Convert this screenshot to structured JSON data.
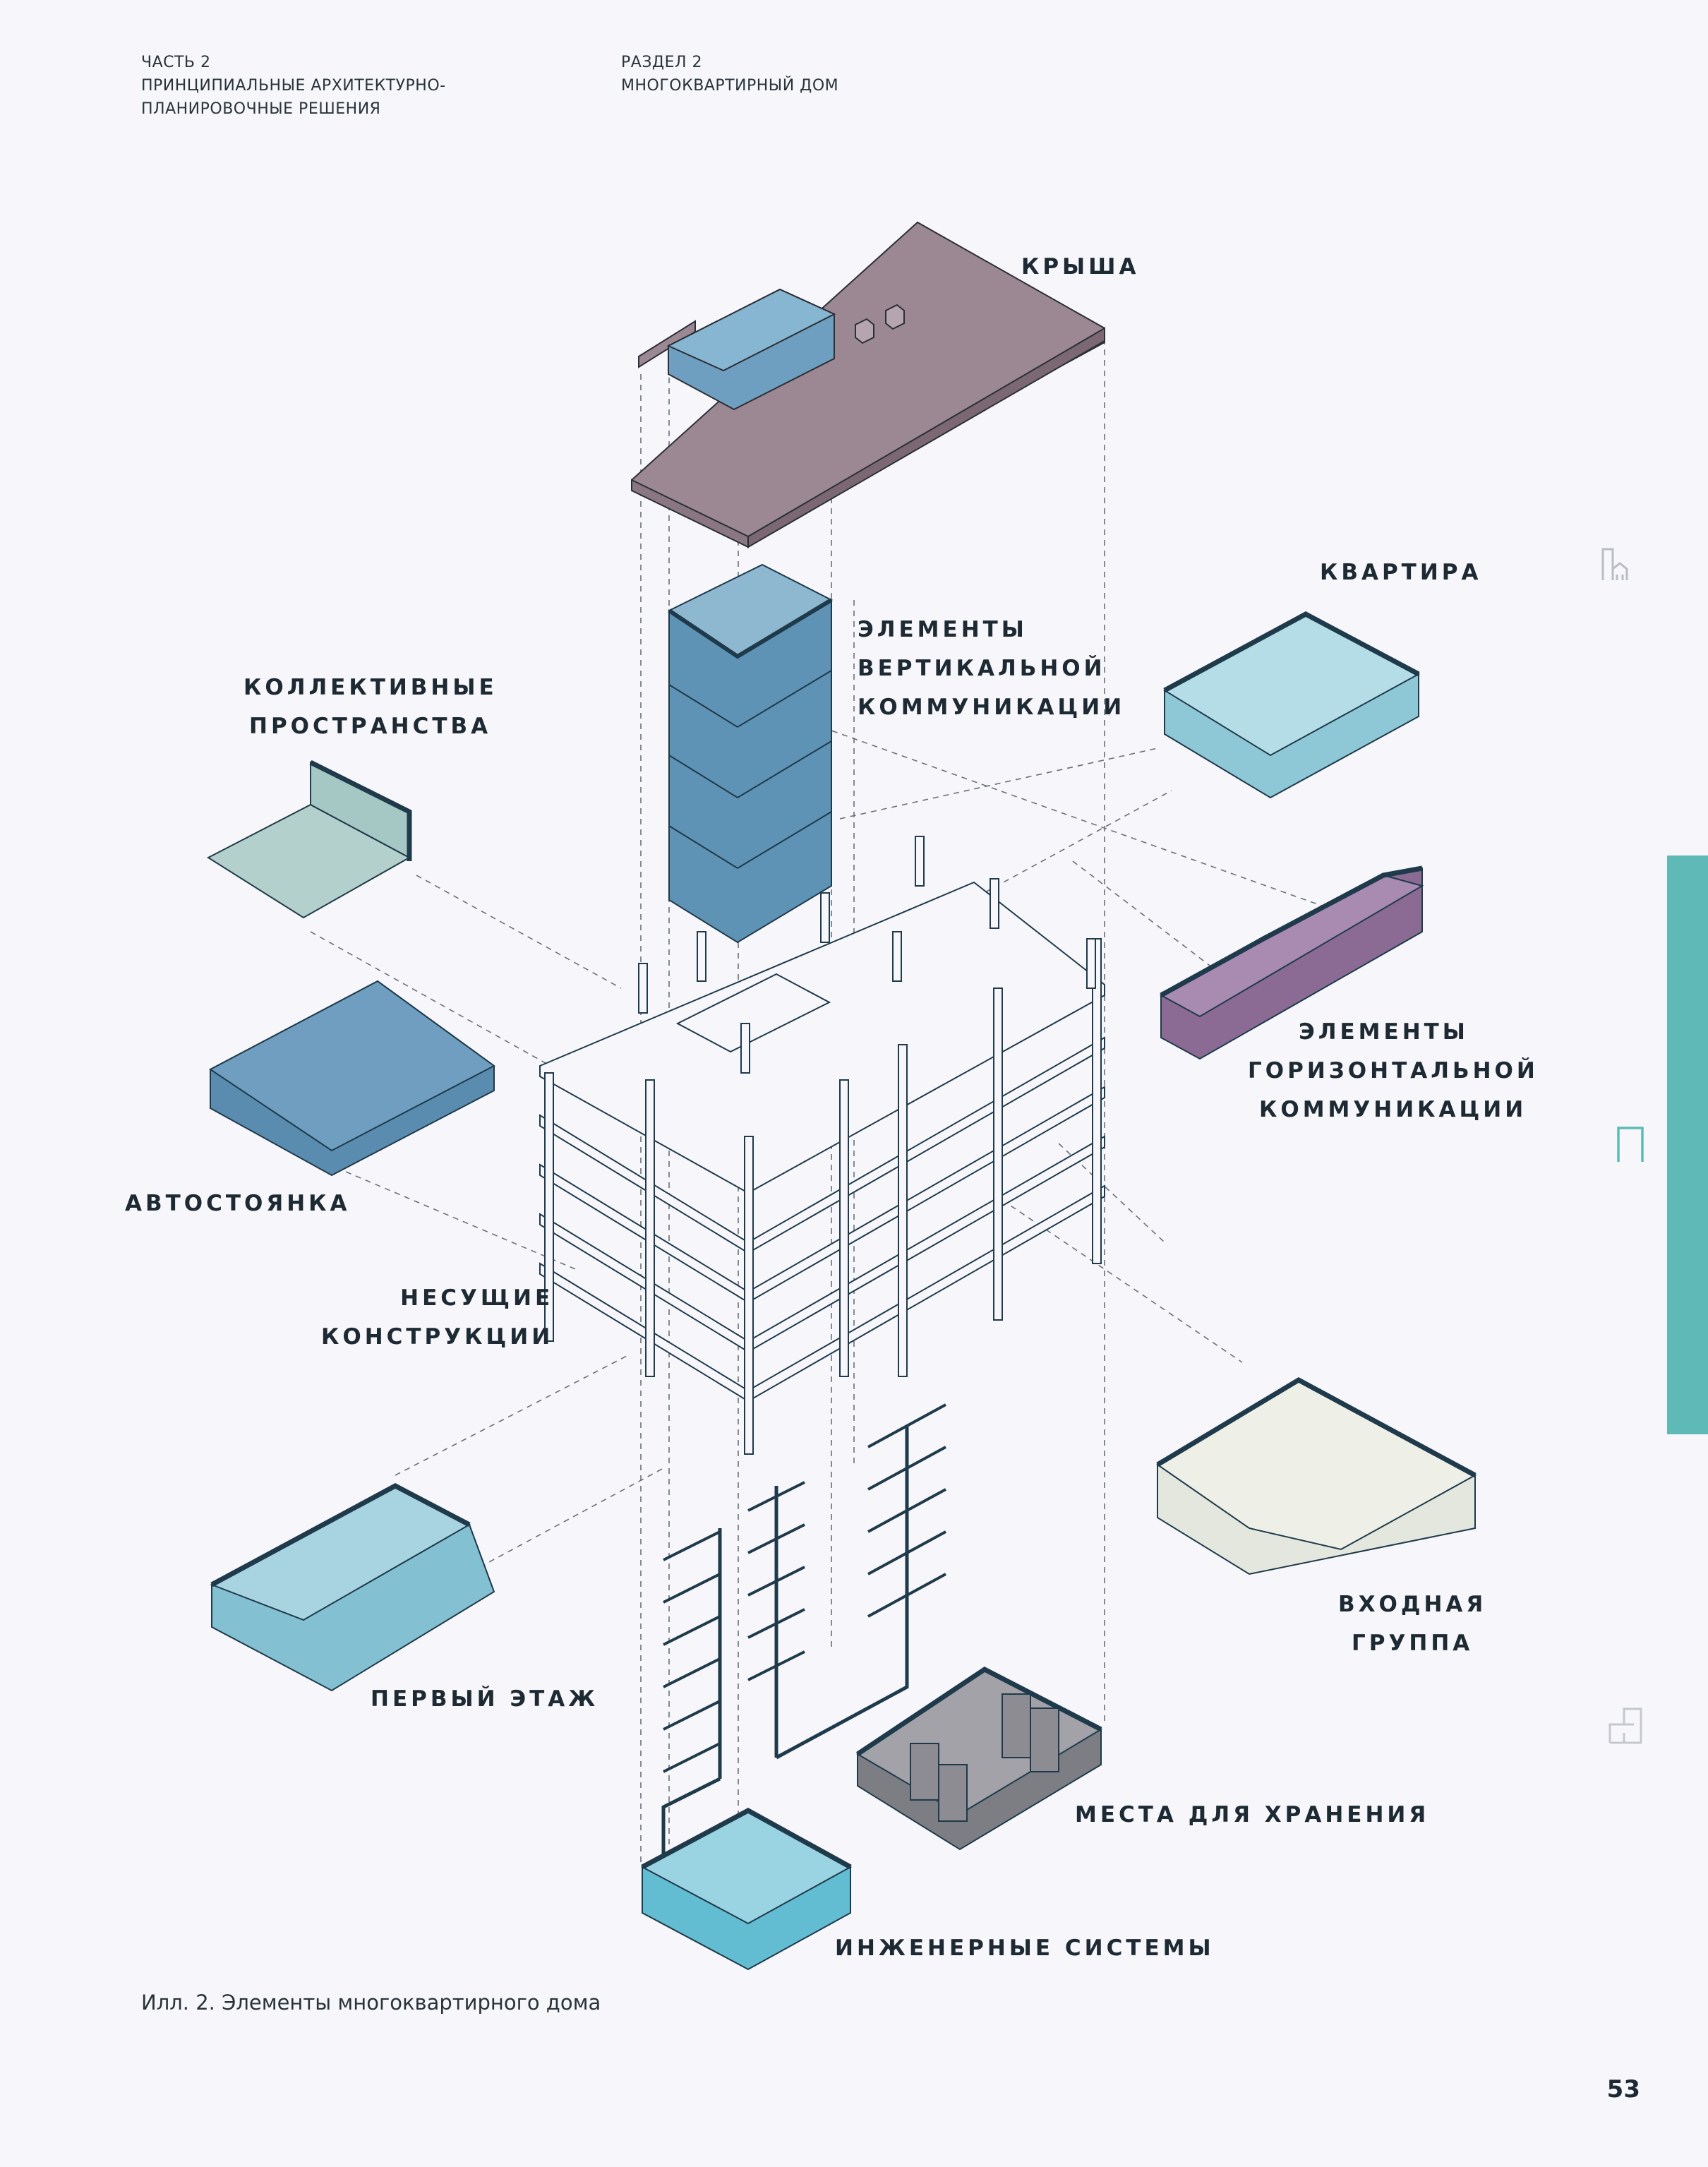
{
  "header": {
    "part_lines": [
      "ЧАСТЬ 2",
      "ПРИНЦИПИАЛЬНЫЕ АРХИТЕКТУРНО-",
      "ПЛАНИРОВОЧНЫЕ РЕШЕНИЯ"
    ],
    "section_lines": [
      "РАЗДЕЛ 2",
      "МНОГОКВАРТИРНЫЙ ДОМ"
    ]
  },
  "labels": {
    "roof": [
      "КРЫША"
    ],
    "vertical": [
      "ЭЛЕМЕНТЫ",
      "ВЕРТИКАЛЬНОЙ",
      "КОММУНИКАЦИИ"
    ],
    "collective": [
      "КОЛЛЕКТИВНЫЕ",
      "ПРОСТРАНСТВА"
    ],
    "apartment": [
      "КВАРТИРА"
    ],
    "horizontal": [
      "ЭЛЕМЕНТЫ",
      "ГОРИЗОНТАЛЬНОЙ",
      "КОММУНИКАЦИИ"
    ],
    "parking": [
      "АВТОСТОЯНКА"
    ],
    "structure": [
      "НЕСУЩИЕ",
      "КОНСТРУКЦИИ"
    ],
    "entrance": [
      "ВХОДНАЯ",
      "ГРУППА"
    ],
    "ground": [
      "ПЕРВЫЙ ЭТАЖ"
    ],
    "storage": [
      "МЕСТА ДЛЯ ХРАНЕНИЯ"
    ],
    "engineering": [
      "ИНЖЕНЕРНЫЕ СИСТЕМЫ"
    ]
  },
  "caption": "Илл. 2. Элементы многоквартирного дома",
  "page_number": "53",
  "colors": {
    "accent": "#5fbab7",
    "roof": "#9a8893",
    "shaft": "#5f93b6",
    "apartment": "#8ec8d6",
    "corridor": "#8b6a94",
    "parking": "#6494b4",
    "storage": "#7c7c82",
    "engineering": "#62bcd2",
    "entrance": "#e6e9df",
    "ground": "#82c0d2",
    "collective": "#b3d0cc",
    "line": "#1f3a4a"
  },
  "side_icons": [
    "building-outline-icon",
    "doorway-icon",
    "floorplan-icon"
  ]
}
